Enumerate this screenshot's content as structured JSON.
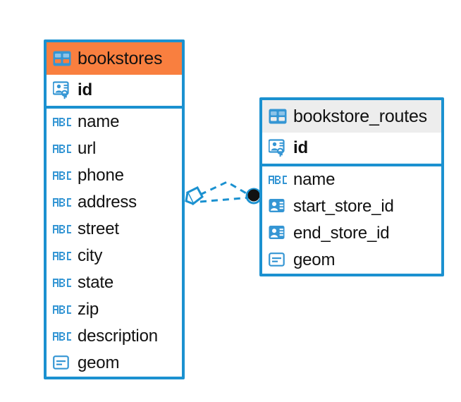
{
  "diagram": {
    "kind": "entity-relationship-diagram",
    "background": "#ffffff",
    "colors": {
      "border_blue": "#1b91d0",
      "icon_blue": "#3596d4",
      "header_orange": "#f97f3f",
      "header_gray": "#ededed",
      "text": "#111111",
      "connector_blue": "#1b91d0",
      "connector_endpoint_dark": "#111111"
    }
  },
  "entities": [
    {
      "id": "bookstores",
      "name": "bookstores",
      "header_style": "accent-orange",
      "header_icon": "table-icon",
      "selected": true,
      "primary_key": {
        "name": "id",
        "icon": "primary-key-icon",
        "bold": true
      },
      "fields": [
        {
          "name": "name",
          "icon": "abc-text-icon"
        },
        {
          "name": "url",
          "icon": "abc-text-icon"
        },
        {
          "name": "phone",
          "icon": "abc-text-icon"
        },
        {
          "name": "address",
          "icon": "abc-text-icon"
        },
        {
          "name": "street",
          "icon": "abc-text-icon"
        },
        {
          "name": "city",
          "icon": "abc-text-icon"
        },
        {
          "name": "state",
          "icon": "abc-text-icon"
        },
        {
          "name": "zip",
          "icon": "abc-text-icon"
        },
        {
          "name": "description",
          "icon": "abc-text-icon"
        },
        {
          "name": "geom",
          "icon": "geometry-blob-icon"
        }
      ]
    },
    {
      "id": "bookstore_routes",
      "name": "bookstore_routes",
      "header_style": "accent-gray",
      "header_icon": "table-icon",
      "selected": false,
      "primary_key": {
        "name": "id",
        "icon": "primary-key-icon",
        "bold": true
      },
      "fields": [
        {
          "name": "name",
          "icon": "abc-text-icon"
        },
        {
          "name": "start_store_id",
          "icon": "foreign-key-icon"
        },
        {
          "name": "end_store_id",
          "icon": "foreign-key-icon"
        },
        {
          "name": "geom",
          "icon": "geometry-blob-icon"
        }
      ]
    }
  ],
  "relationship": {
    "name": "bookstores-to-bookstore_routes",
    "style": "dashed",
    "source_endpoint": "crows-foot-diamond",
    "target_endpoint": "filled-circle",
    "branches": 2
  }
}
